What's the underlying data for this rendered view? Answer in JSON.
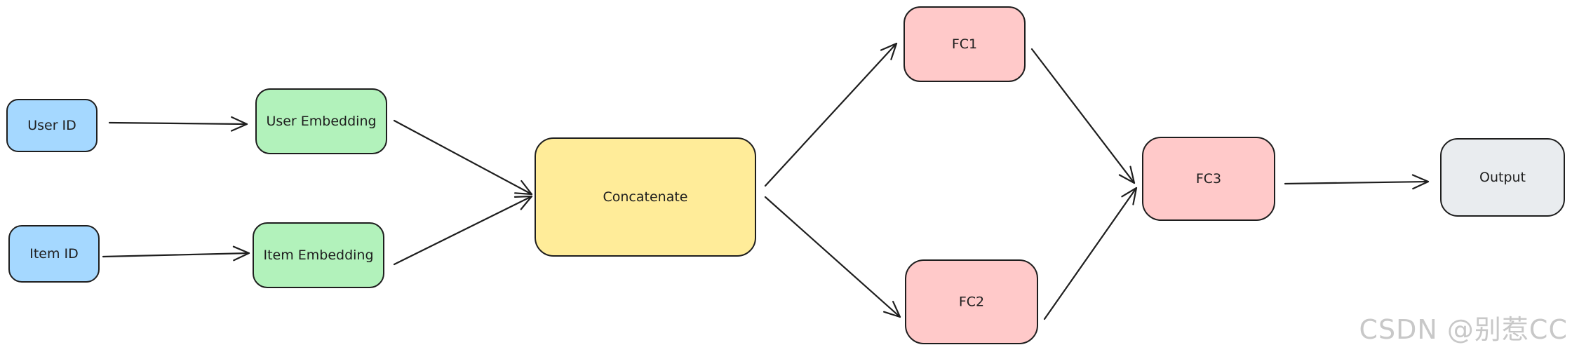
{
  "nodes": [
    {
      "id": "user_id",
      "label": "User ID",
      "color": "#a5d8ff"
    },
    {
      "id": "item_id",
      "label": "Item ID",
      "color": "#a5d8ff"
    },
    {
      "id": "user_embedding",
      "label": "User Embedding",
      "color": "#b2f2bb"
    },
    {
      "id": "item_embedding",
      "label": "Item Embedding",
      "color": "#b2f2bb"
    },
    {
      "id": "concatenate",
      "label": "Concatenate",
      "color": "#ffec99"
    },
    {
      "id": "fc1",
      "label": "FC1",
      "color": "#ffc9c9"
    },
    {
      "id": "fc2",
      "label": "FC2",
      "color": "#ffc9c9"
    },
    {
      "id": "fc3",
      "label": "FC3",
      "color": "#ffc9c9"
    },
    {
      "id": "output",
      "label": "Output",
      "color": "#e9ecef"
    }
  ],
  "edges": [
    {
      "from": "user_id",
      "to": "user_embedding"
    },
    {
      "from": "item_id",
      "to": "item_embedding"
    },
    {
      "from": "user_embedding",
      "to": "concatenate"
    },
    {
      "from": "item_embedding",
      "to": "concatenate"
    },
    {
      "from": "concatenate",
      "to": "fc1"
    },
    {
      "from": "concatenate",
      "to": "fc2"
    },
    {
      "from": "fc1",
      "to": "fc3"
    },
    {
      "from": "fc2",
      "to": "fc3"
    },
    {
      "from": "fc3",
      "to": "output"
    }
  ],
  "watermark": "CSDN @别惹CC",
  "stroke_color": "#1e1e1e"
}
